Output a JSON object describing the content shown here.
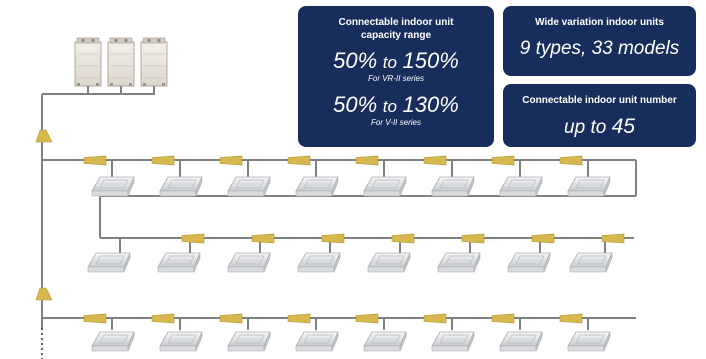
{
  "capacity_panel": {
    "title": "Connectable indoor unit capacity range",
    "range_1": {
      "low": "50%",
      "to": "to",
      "high": "150%",
      "series": "For VR-II series"
    },
    "range_2": {
      "low": "50%",
      "to": "to",
      "high": "130%",
      "series": "For V-II series"
    }
  },
  "variation_panel": {
    "title": "Wide variation indoor units",
    "value": "9 types, 33 models"
  },
  "number_panel": {
    "title": "Connectable indoor unit number",
    "prefix": "up to",
    "value": "45"
  },
  "colors": {
    "panel_bg": "#172e5d",
    "pipe": "#808080",
    "branch_joint": "#d6b84e",
    "outdoor_unit": "#ece7e0"
  },
  "diagram": {
    "outdoor_unit_count": 3,
    "branch_header_count": 2,
    "indoor_rows": [
      {
        "units": 8,
        "joints": 8
      },
      {
        "units": 8,
        "joints": 7
      },
      {
        "units": 8,
        "joints": 8
      }
    ],
    "icons": [
      "outdoor-unit-icon",
      "branch-header-icon",
      "branch-joint-icon",
      "cassette-indoor-unit-icon"
    ]
  }
}
